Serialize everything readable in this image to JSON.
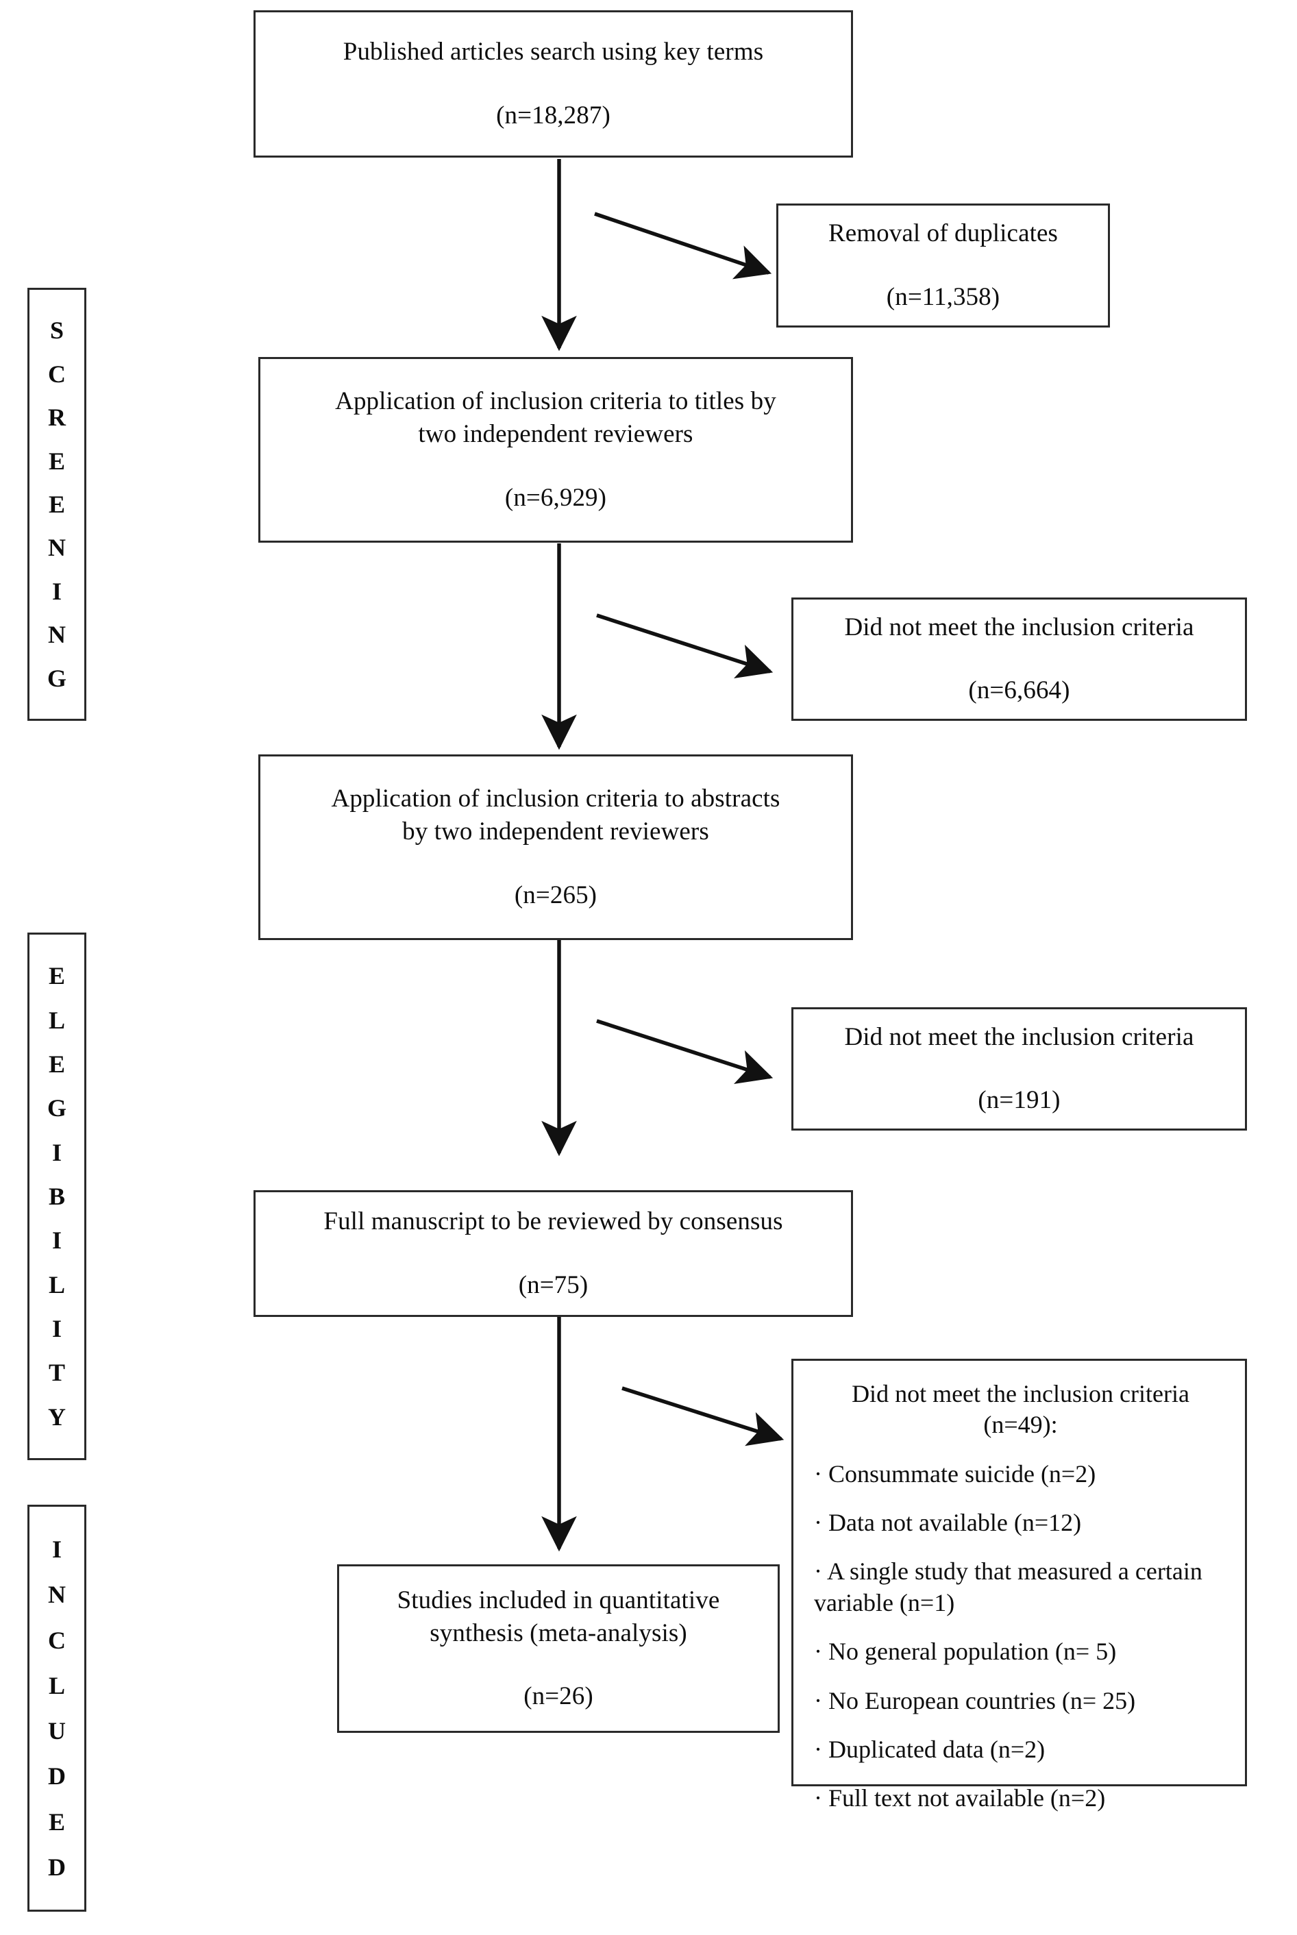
{
  "diagram": {
    "title": "PRISMA flow diagram",
    "line_color": "#2a2a2a",
    "background": "#ffffff"
  },
  "stages": [
    {
      "name": "screening",
      "label": "SCREENING",
      "letters": [
        "S",
        "C",
        "R",
        "E",
        "E",
        "N",
        "I",
        "N",
        "G"
      ]
    },
    {
      "name": "elegibility",
      "label": "ELEGIBILITY",
      "letters": [
        "E",
        "L",
        "E",
        "G",
        "I",
        "B",
        "I",
        "L",
        "I",
        "T",
        "Y"
      ]
    },
    {
      "name": "included",
      "label": "INCLUDED",
      "letters": [
        "I",
        "N",
        "C",
        "L",
        "U",
        "D",
        "E",
        "D"
      ]
    }
  ],
  "boxes": {
    "search": {
      "line1": "Published articles search using key terms",
      "count": "(n=18,287)"
    },
    "duplicates": {
      "line1": "Removal of duplicates",
      "count": "(n=11,358)"
    },
    "titles": {
      "line1": "Application of inclusion criteria to titles by",
      "line2": "two independent reviewers",
      "count": "(n=6,929)"
    },
    "excluded_titles": {
      "line1": "Did not meet the inclusion criteria",
      "count": "(n=6,664)"
    },
    "abstracts": {
      "line1": "Application of inclusion criteria to abstracts",
      "line2": "by two independent reviewers",
      "count": "(n=265)"
    },
    "excluded_abstracts": {
      "line1": "Did not meet the inclusion criteria",
      "count": "(n=191)"
    },
    "fulltext": {
      "line1": "Full manuscript to be reviewed by consensus",
      "count": "(n=75)"
    },
    "excluded_fulltext": {
      "line1": "Did not meet the inclusion criteria",
      "count": "(n=49):",
      "reasons": [
        "· Consummate suicide (n=2)",
        "· Data not available (n=12)",
        "· A single study that measured a certain variable (n=1)",
        "· No general population (n= 5)",
        "· No European countries (n= 25)",
        "· Duplicated data (n=2)",
        "· Full text not available (n=2)"
      ]
    },
    "included": {
      "line1": "Studies included in quantitative",
      "line2": "synthesis (meta-analysis)",
      "count": "(n=26)"
    }
  },
  "arrows": [
    {
      "name": "arrow-search-to-titles",
      "type": "vertical"
    },
    {
      "name": "arrow-search-to-duplicates",
      "type": "diagonal"
    },
    {
      "name": "arrow-titles-to-abstracts",
      "type": "vertical"
    },
    {
      "name": "arrow-titles-to-excluded",
      "type": "diagonal"
    },
    {
      "name": "arrow-abstracts-to-fulltext",
      "type": "vertical"
    },
    {
      "name": "arrow-abstracts-to-excluded",
      "type": "diagonal"
    },
    {
      "name": "arrow-fulltext-to-included",
      "type": "vertical"
    },
    {
      "name": "arrow-fulltext-to-excluded",
      "type": "diagonal"
    }
  ]
}
